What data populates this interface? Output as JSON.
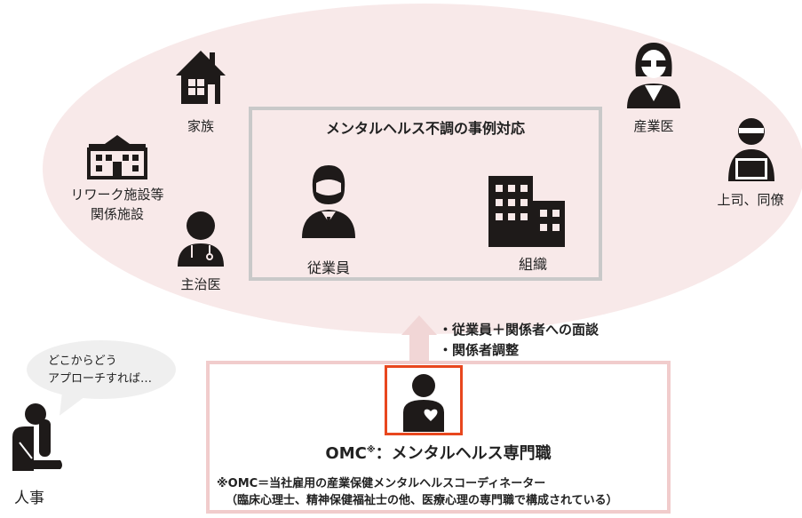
{
  "center": {
    "title": "メンタルヘルス不調の事例対応",
    "employee": "従業員",
    "organization": "組織"
  },
  "stakeholders": {
    "family": "家族",
    "rework_line1": "リワーク施設等",
    "rework_line2": "関係施設",
    "primary_doctor": "主治医",
    "industrial_physician": "産業医",
    "boss_colleague": "上司、同僚"
  },
  "actions": [
    "・従業員＋関係者への面談",
    "・関係者調整"
  ],
  "omc": {
    "title_prefix": "OMC",
    "title_mark": "※",
    "title_suffix": "：メンタルヘルス専門職",
    "note_line1": "※OMC＝当社雇用の産業保健メンタルヘルスコーディネーター",
    "note_line2": "（臨床心理士、精神保健福祉士の他、医療心理の専門職で構成されている）"
  },
  "hr": {
    "label": "人事",
    "bubble_line1": "どこからどう",
    "bubble_line2": "アプローチすれば…"
  },
  "colors": {
    "ellipse": "#f8e9e9",
    "omc_border": "#e8471e",
    "icon": "#1e1a19"
  }
}
